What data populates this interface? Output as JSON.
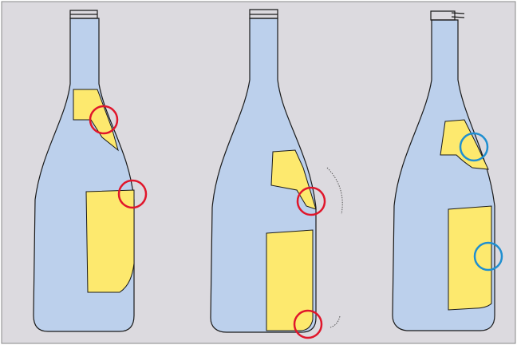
{
  "diagram": {
    "panels": [
      {
        "id": "bottle-1",
        "labels": 2,
        "markers": 2,
        "marker_color": "red"
      },
      {
        "id": "bottle-2",
        "labels": 2,
        "markers": 2,
        "marker_color": "red"
      },
      {
        "id": "bottle-3",
        "labels": 2,
        "markers": 2,
        "marker_color": "blue"
      }
    ]
  },
  "colors": {
    "background": "#dcdadf",
    "bottle_fill": "#bcd0ec",
    "label_fill": "#fde96e",
    "marker_red": "#e0162b",
    "marker_blue": "#1f8fd0",
    "outline": "#1a1a1a"
  }
}
